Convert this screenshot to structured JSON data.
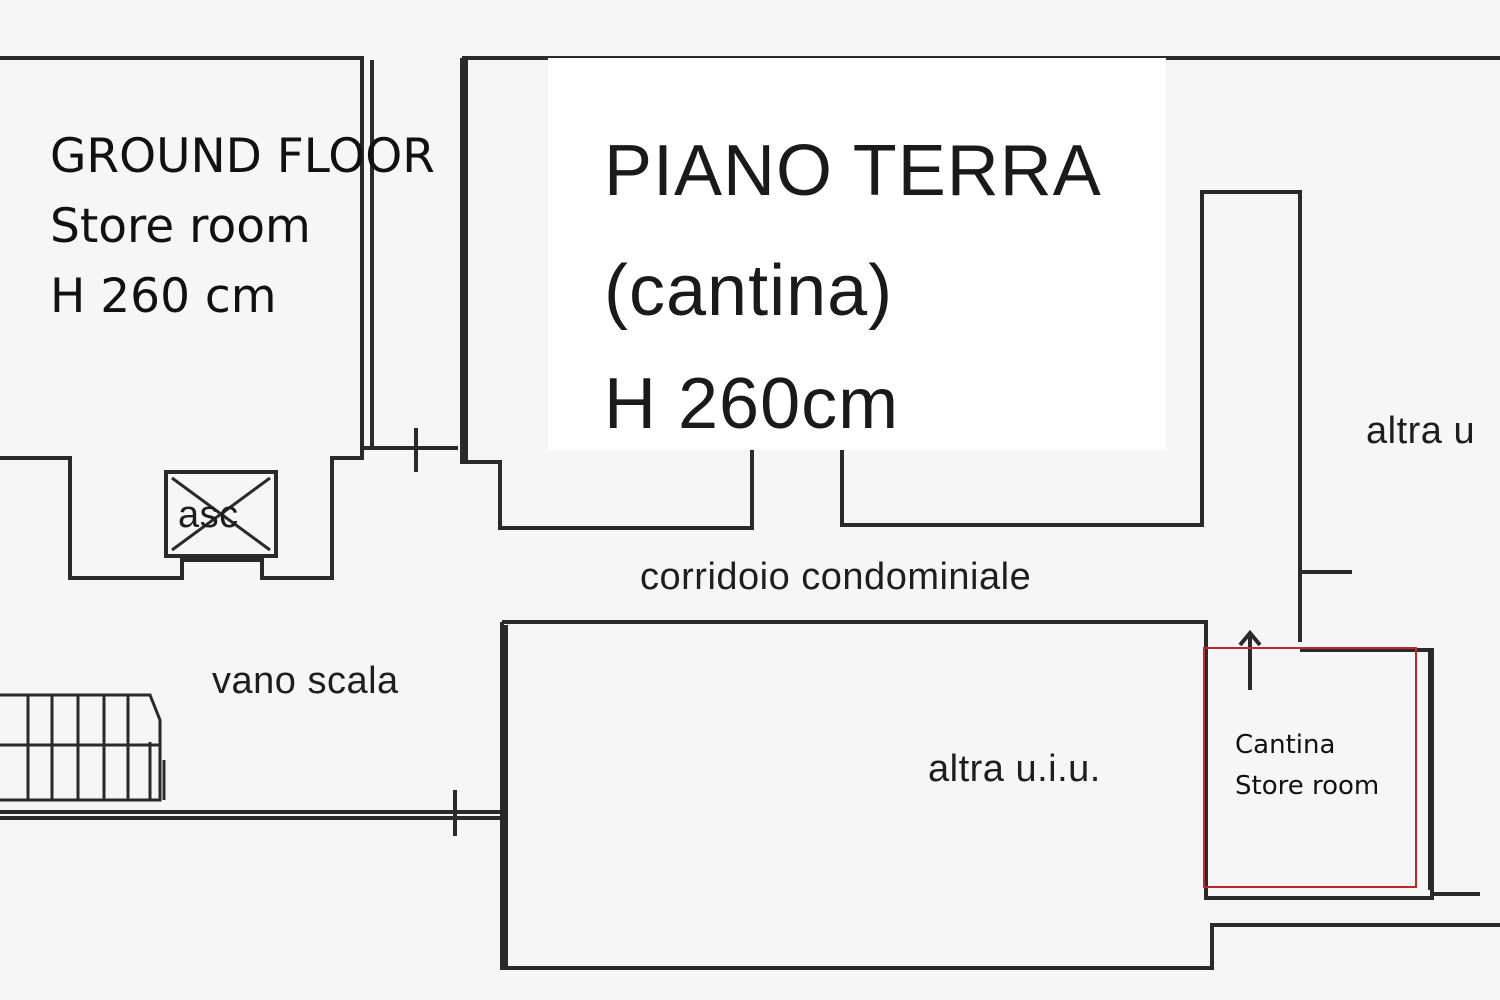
{
  "english_label": {
    "title": "GROUND FLOOR",
    "room": "Store room",
    "height": "H 260 cm"
  },
  "italian_label": {
    "title": "PIANO TERRA",
    "room": "(cantina)",
    "height": "H 260cm"
  },
  "plan_labels": {
    "lift": "asc",
    "corridor": "corridoio condominiale",
    "stairwell": "vano scala",
    "other_unit_main": "altra u.i.u.",
    "other_unit_right": "altra u"
  },
  "highlight": {
    "line1": "Cantina",
    "line2": "Store room",
    "color": "#c0272d"
  }
}
